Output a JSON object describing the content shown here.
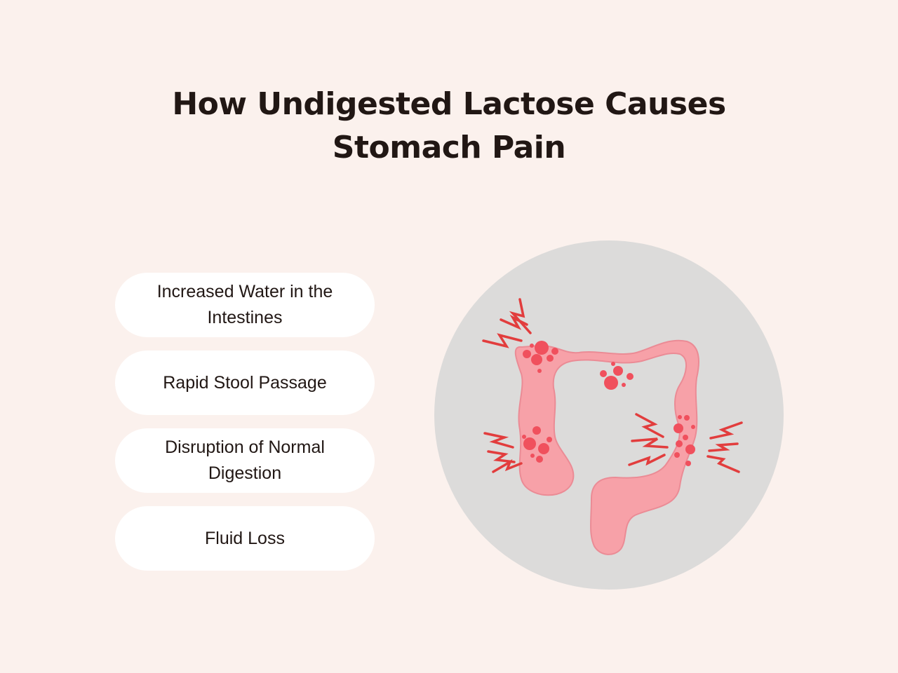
{
  "title": {
    "line1": "How Undigested Lactose Causes",
    "line2": "Stomach Pain"
  },
  "effects": [
    {
      "label": "Increased Water in the Intestines"
    },
    {
      "label": "Rapid Stool Passage"
    },
    {
      "label": "Disruption of Normal Digestion"
    },
    {
      "label": "Fluid Loss"
    }
  ],
  "illustration": {
    "icon": "inflamed-intestine-icon",
    "colors": {
      "background": "#fbf1ed",
      "circle": "#dcdbda",
      "intestine": "#f7a1a8",
      "intestine_outline": "#eb8b95",
      "inflammation": "#f0505d",
      "pain_marks": "#e23d3d",
      "pill": "#ffffff",
      "text": "#211714"
    }
  }
}
